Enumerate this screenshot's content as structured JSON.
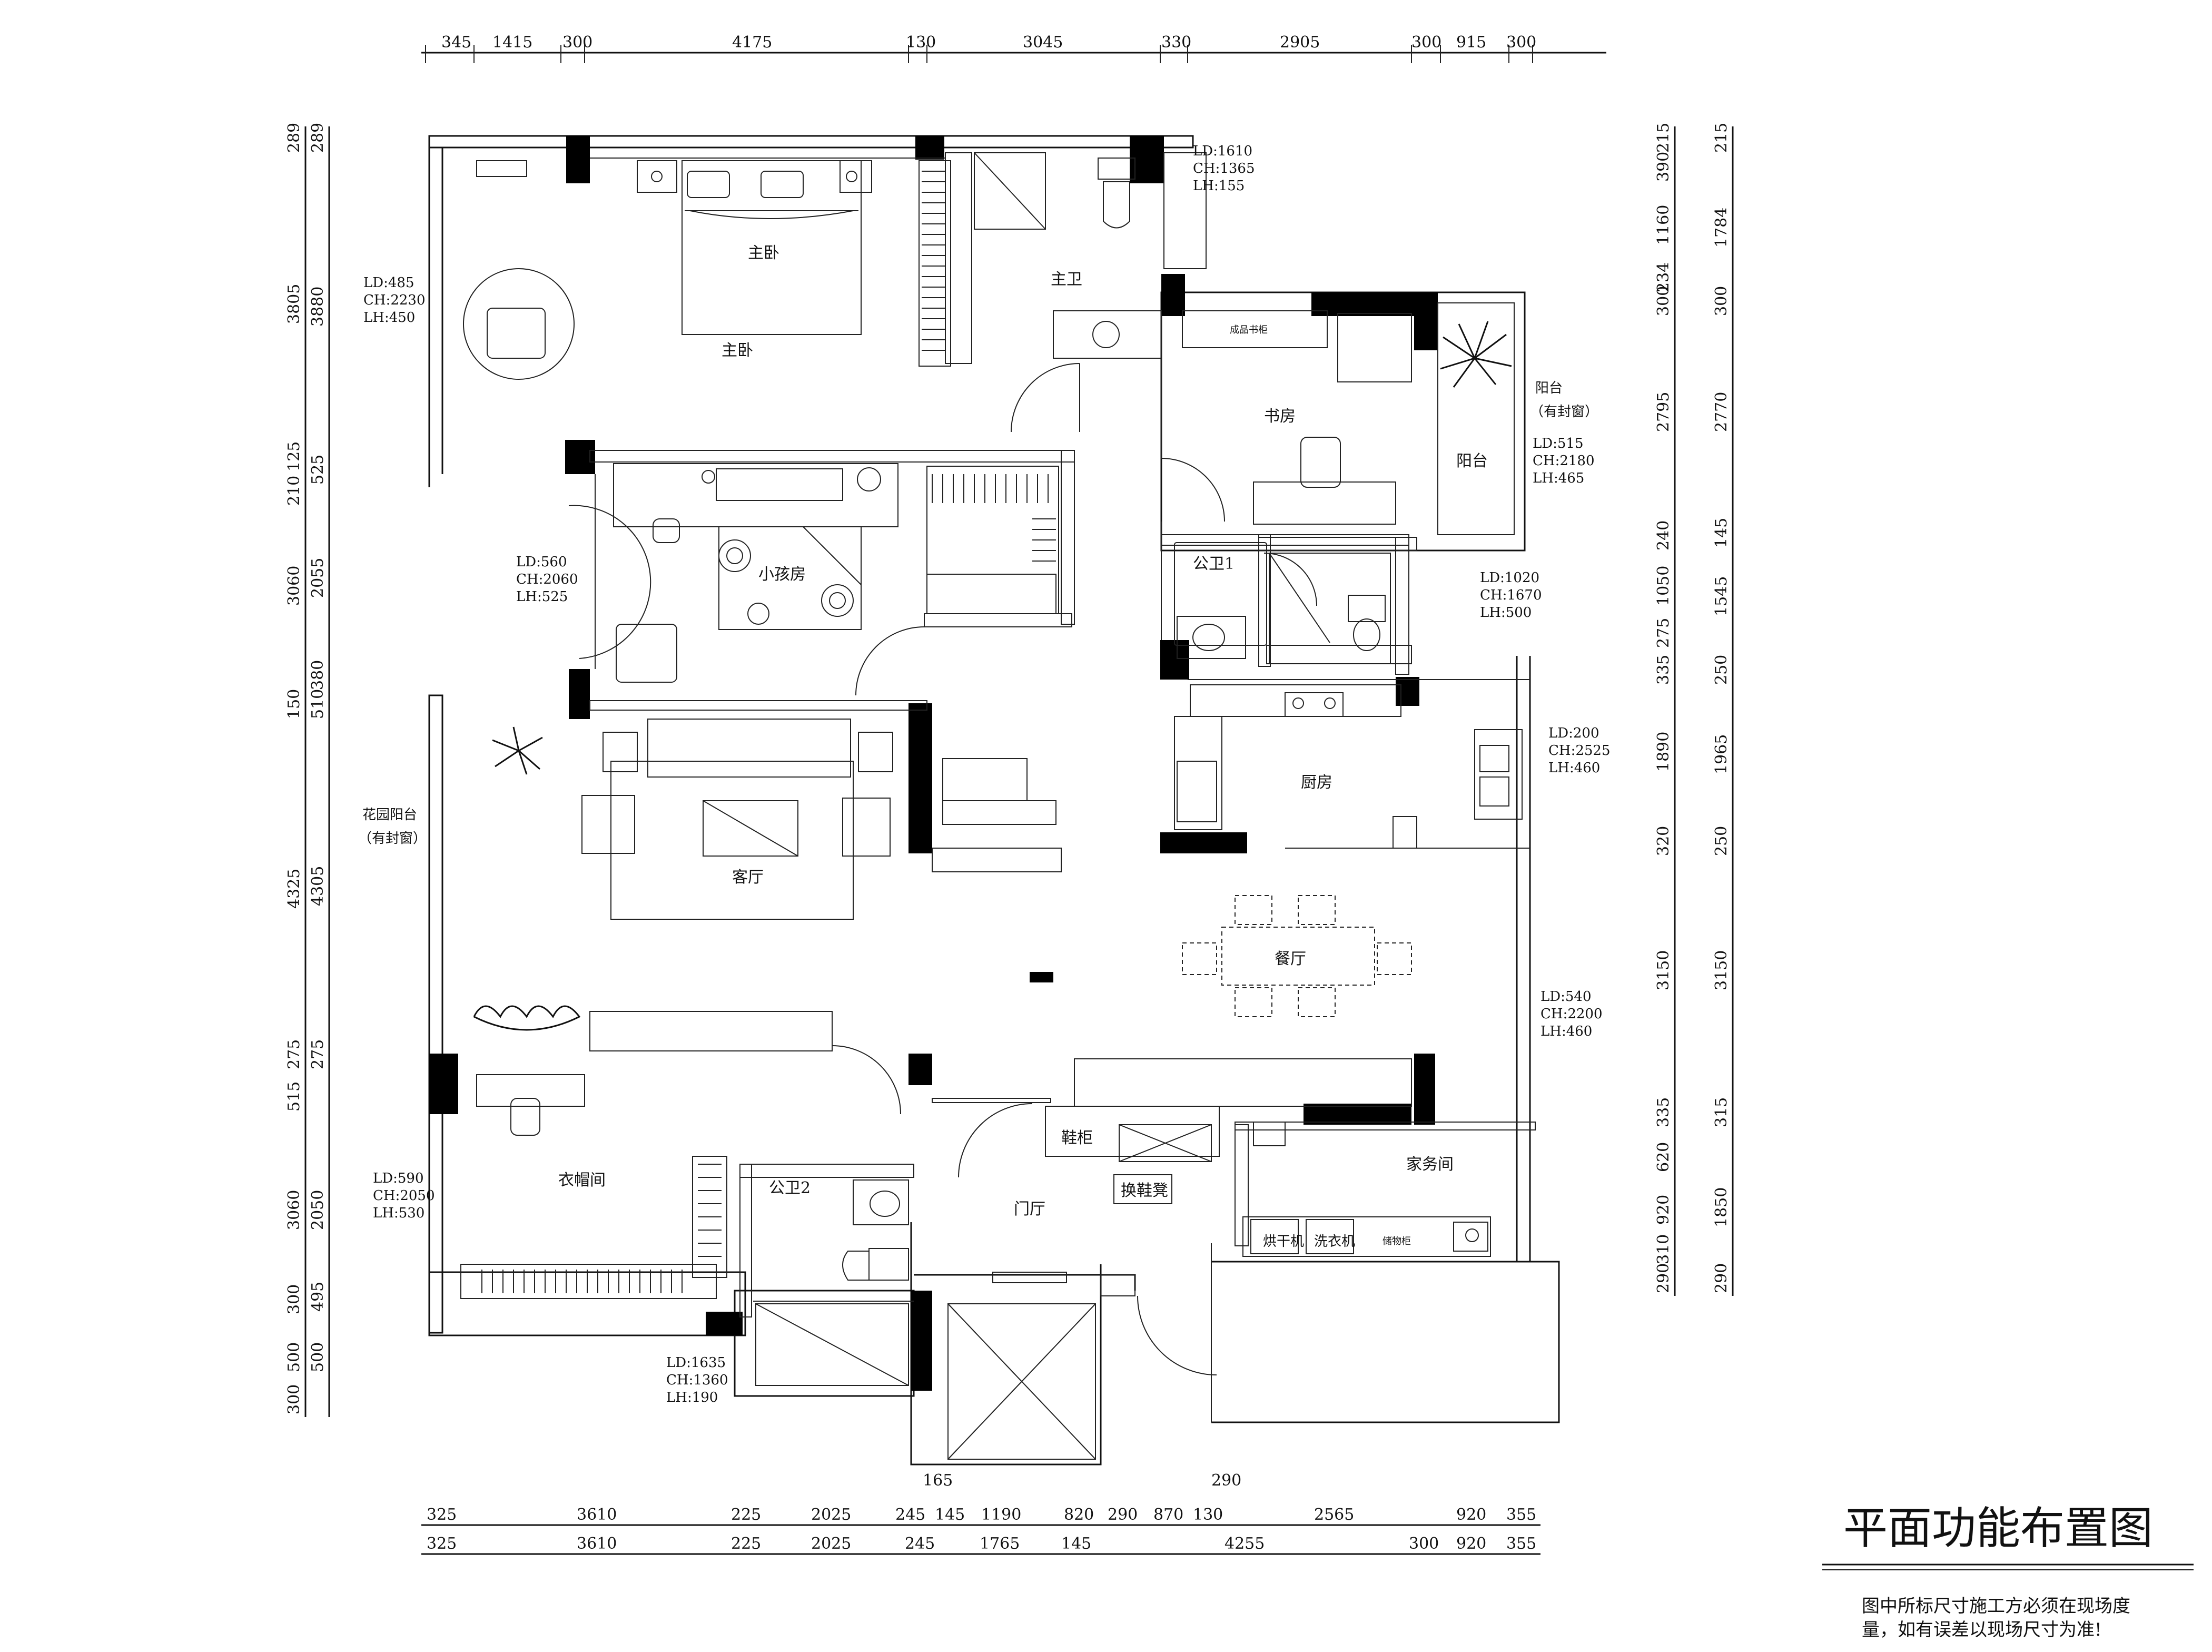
{
  "title": "平面功能布置图",
  "note_lines": [
    "图中所标尺寸施工方必须在现场度",
    "量，如有误差以现场尺寸为准!"
  ],
  "dims": {
    "top": [
      "345",
      "1415",
      "300",
      "4175",
      "130",
      "3045",
      "330",
      "2905",
      "300",
      "915",
      "300"
    ],
    "bottom1": [
      "325",
      "3610",
      "225",
      "2025",
      "245",
      "145",
      "1190",
      "820",
      "290",
      "870",
      "130",
      "2565",
      "920",
      "355"
    ],
    "bottom2": [
      "325",
      "3610",
      "225",
      "2025",
      "245",
      "1765",
      "145",
      "4255",
      "300",
      "920",
      "355"
    ],
    "bottom_extra": [
      "165",
      "290"
    ],
    "left1": [
      "289",
      "3805",
      "125",
      "210",
      "3060",
      "150",
      "4325",
      "275",
      "515",
      "3060",
      "300",
      "500",
      "300"
    ],
    "left2": [
      "289",
      "3880",
      "525",
      "2055",
      "380",
      "510",
      "4305",
      "275",
      "2050",
      "495",
      "500"
    ],
    "right1": [
      "215",
      "390",
      "1160",
      "234",
      "300",
      "2795",
      "240",
      "1050",
      "275",
      "335",
      "1890",
      "320",
      "3150",
      "335",
      "620",
      "920",
      "310",
      "290"
    ],
    "right2": [
      "215",
      "1784",
      "300",
      "2770",
      "145",
      "1545",
      "250",
      "1965",
      "250",
      "3150",
      "315",
      "1850",
      "290"
    ]
  },
  "rooms": {
    "master_bedroom_a": "主卧",
    "master_bedroom_b": "主卧",
    "master_bath": "主卫",
    "study": "书房",
    "balcony": "阳台",
    "balcony_enclosed": "阳台",
    "enclosed_window": "（有封窗）",
    "child_room": "小孩房",
    "public_bath1": "公卫1",
    "kitchen": "厨房",
    "garden_balcony": "花园阳台",
    "garden_enclosed": "（有封窗）",
    "living_room": "客厅",
    "dining_room": "餐厅",
    "cloakroom": "衣帽间",
    "public_bath2": "公卫2",
    "foyer": "门厅",
    "shoe_cabinet": "鞋柜",
    "shoe_bench": "换鞋凳",
    "utility_room": "家务间",
    "dryer": "烘干机",
    "washer": "洗衣机",
    "storage": "储物柜",
    "bookshelf": "成品书柜"
  },
  "windows": {
    "w1": [
      "LD:1610",
      "CH:1365",
      "LH:155"
    ],
    "w2": [
      "LD:485",
      "CH:2230",
      "LH:450"
    ],
    "w3": [
      "LD:515",
      "CH:2180",
      "LH:465"
    ],
    "w4": [
      "LD:560",
      "CH:2060",
      "LH:525"
    ],
    "w5": [
      "LD:1020",
      "CH:1670",
      "LH:500"
    ],
    "w6": [
      "LD:200",
      "CH:2525",
      "LH:460"
    ],
    "w7": [
      "LD:540",
      "CH:2200",
      "LH:460"
    ],
    "w8": [
      "LD:590",
      "CH:2050",
      "LH:530"
    ],
    "w9": [
      "LD:1635",
      "CH:1360",
      "LH:190"
    ]
  }
}
